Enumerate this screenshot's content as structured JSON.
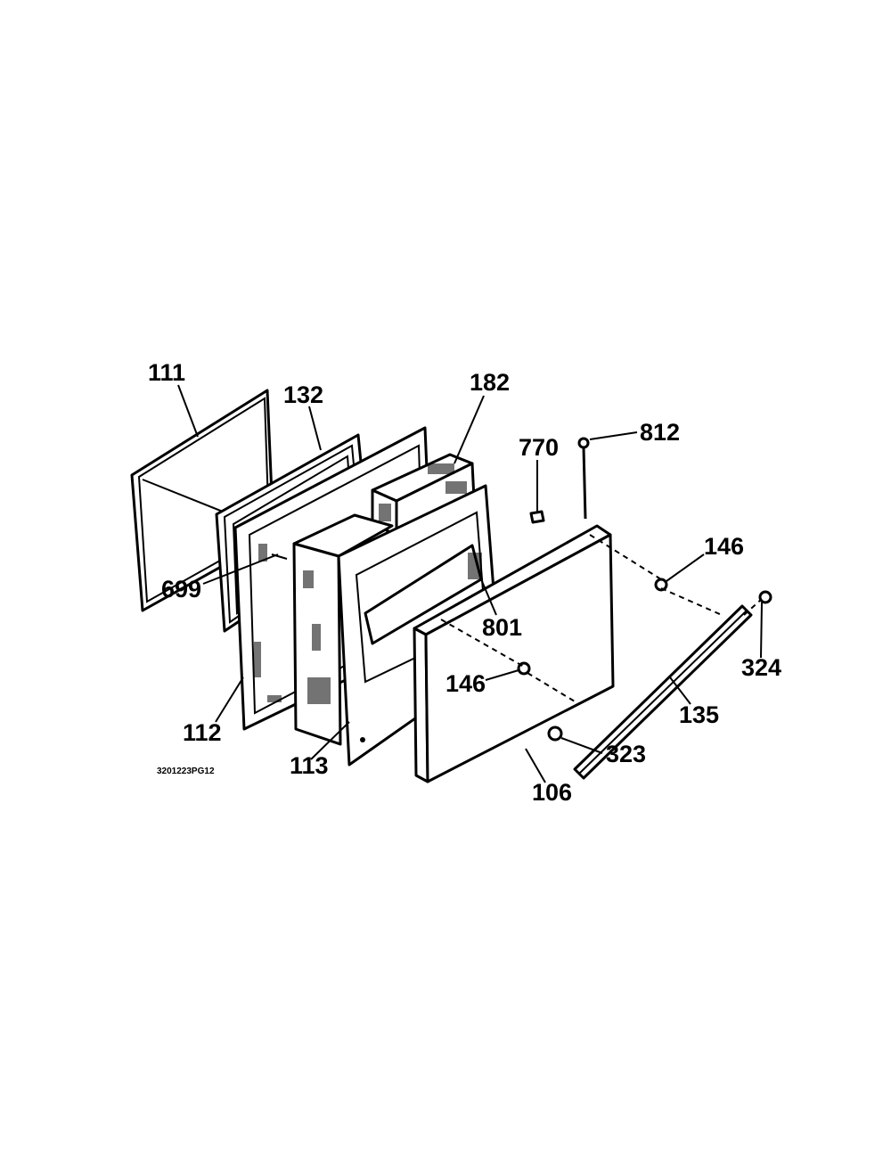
{
  "diagram": {
    "drawing_code": "3201223PG12",
    "callouts": {
      "c111": "111",
      "c132": "132",
      "c182": "182",
      "c770": "770",
      "c812": "812",
      "c146a": "146",
      "c699": "699",
      "c801": "801",
      "c146b": "146",
      "c324": "324",
      "c135": "135",
      "c112": "112",
      "c113": "113",
      "c323": "323",
      "c106": "106"
    }
  }
}
